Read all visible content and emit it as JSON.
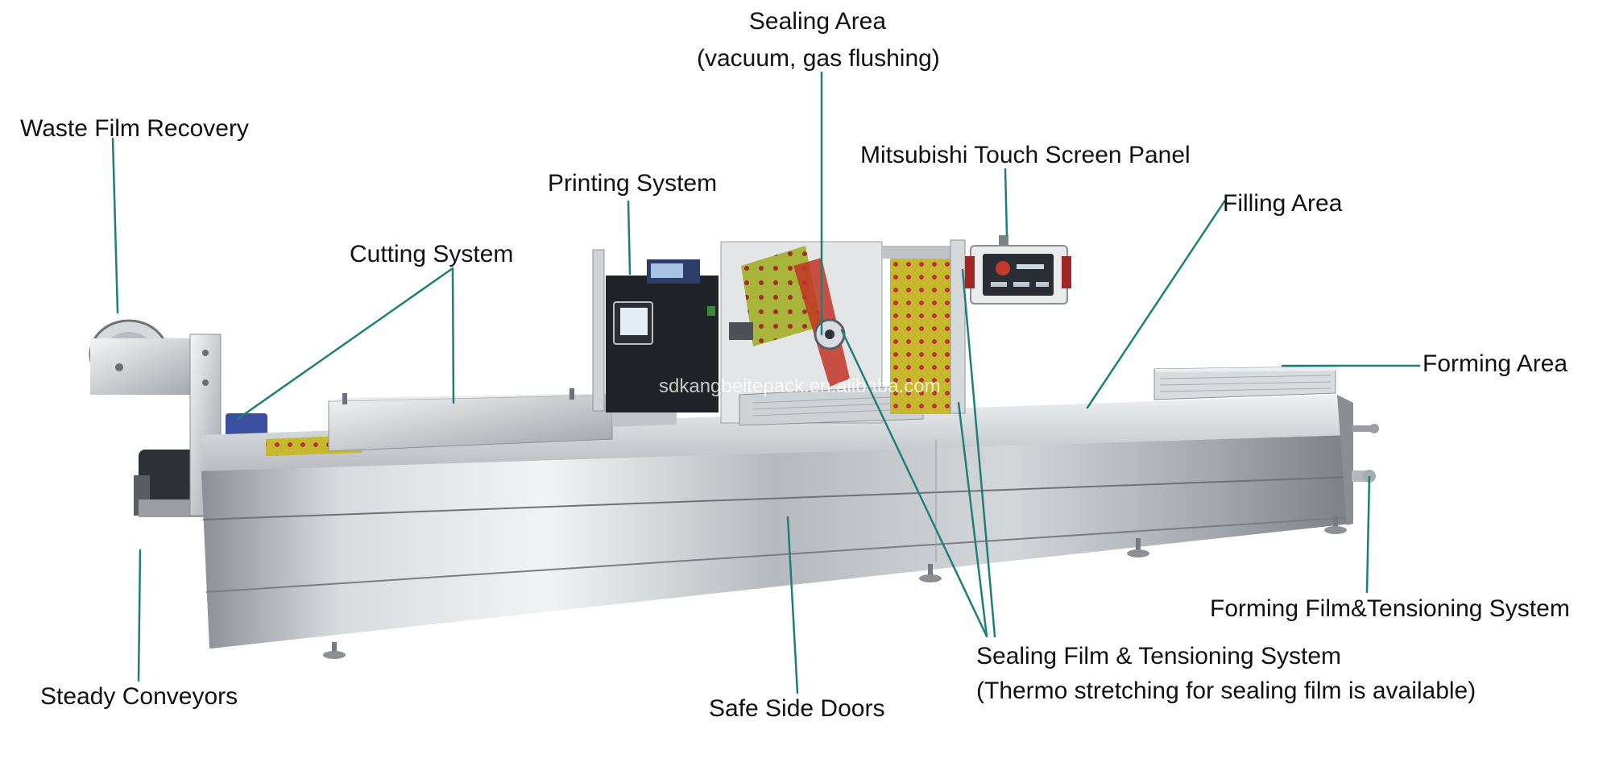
{
  "labels": {
    "sealing_area_line1": "Sealing Area",
    "sealing_area_line2": "(vacuum, gas flushing)",
    "waste_film_recovery": "Waste Film Recovery",
    "mitsubishi_touch_screen_panel": "Mitsubishi Touch Screen Panel",
    "printing_system": "Printing System",
    "filling_area": "Filling Area",
    "cutting_system": "Cutting System",
    "forming_area": "Forming Area",
    "forming_film_tensioning_system": "Forming Film&Tensioning System",
    "sealing_film_tensioning_line1": "Sealing Film & Tensioning System",
    "sealing_film_tensioning_line2": "(Thermo stretching for sealing film is available)",
    "steady_conveyors": "Steady Conveyors",
    "safe_side_doors": "Safe Side Doors"
  },
  "watermark": "sdkangbeitepack.en.alibaba.com",
  "colors": {
    "leader_line": "#1f7f78",
    "steel_light": "#e6e8ea",
    "steel_dark": "#7d8186",
    "film_yellow": "#c8b830"
  }
}
